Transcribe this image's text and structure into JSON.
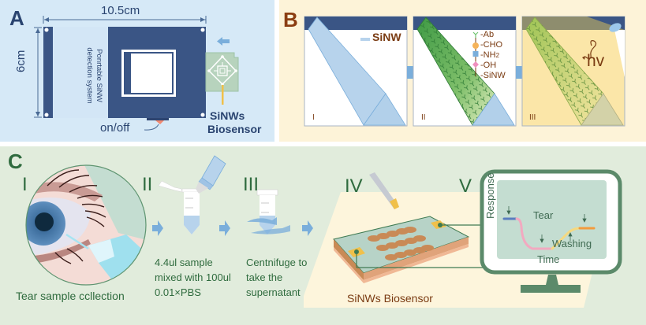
{
  "panelA": {
    "label": "A",
    "width_dim": "10.5cm",
    "height_dim": "6cm",
    "device_text_line1": "Ponrtable SiNW",
    "device_text_line2": "detection system",
    "switch_label": "on/off",
    "sensor_label_line1": "SiNWs",
    "sensor_label_line2": "Biosensor",
    "colors": {
      "background": "#d6e9f7",
      "device": "#3a5585",
      "device_light": "#d3e6f6",
      "label": "#2a4470",
      "sensor": "#b7d3bd",
      "lead": "#f0c04a",
      "switch": "#f28a72"
    }
  },
  "panelB": {
    "label": "B",
    "steps": [
      {
        "numeral": "I",
        "legend": "SiNW"
      },
      {
        "numeral": "II",
        "legend": [
          "-Ab",
          "-CHO",
          "-NH2",
          "-OH",
          "-SiNW"
        ]
      },
      {
        "numeral": "III",
        "annotation": "hv"
      }
    ],
    "legend_nh2_main": "-NH",
    "legend_nh2_sub": "2",
    "colors": {
      "background": "#fdf3d8",
      "header": "#3a5585",
      "nanowire": "#b7d3ec",
      "functionalized": "#5fae5a",
      "label": "#7a3b12",
      "arrow": "#7aaedb"
    }
  },
  "panelC": {
    "label": "C",
    "steps": [
      {
        "numeral": "I",
        "caption": [
          "Tear sample ccllection"
        ]
      },
      {
        "numeral": "II",
        "caption": [
          "4.4ul sample",
          "mixed with 100ul",
          "0.01×PBS"
        ]
      },
      {
        "numeral": "III",
        "caption": [
          "Centnifuge to",
          "take the",
          "supernatant"
        ]
      },
      {
        "numeral": "IV",
        "caption": [
          "SiNWs Biosensor"
        ]
      },
      {
        "numeral": "V"
      }
    ],
    "monitor": {
      "y_axis": "Response",
      "x_axis": "Time",
      "annotation_tear": "Tear",
      "annotation_washing": "Washing"
    },
    "colors": {
      "background": "#e1ecdc",
      "text": "#2f6b3e",
      "sensor_label": "#7a3b12",
      "arrow": "#7aaedb",
      "monitor_frame": "#5b8a6a",
      "screen": "#c4ddd1"
    }
  }
}
